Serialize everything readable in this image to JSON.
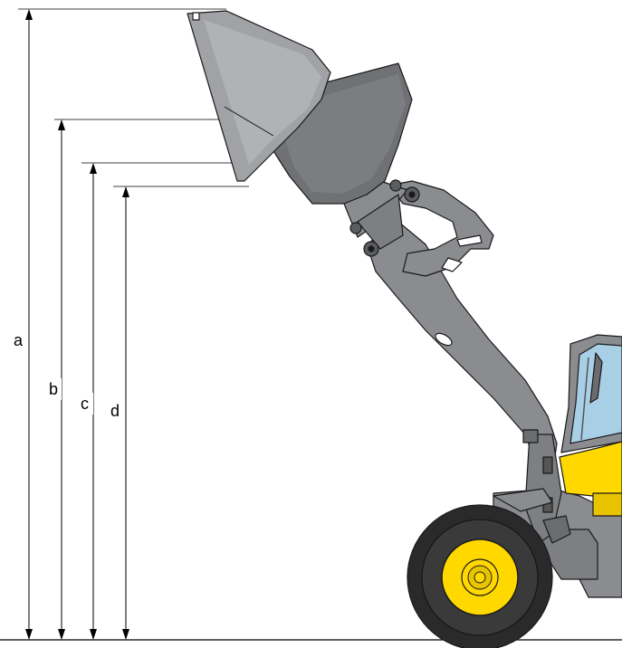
{
  "dimensions": {
    "labels": [
      "a",
      "b",
      "c",
      "d"
    ]
  },
  "colors": {
    "steel": "#8a8c90",
    "steel_dark": "#6a6c70",
    "bucket_light": "#a0a2a6",
    "outline": "#1a1a1a",
    "cab_glass": "#a9cfe6",
    "yellow": "#ffd800",
    "tire": "#2a2a2a"
  },
  "icons": [
    "wheel-loader-illustration",
    "bucket-icon",
    "wheel-icon"
  ]
}
